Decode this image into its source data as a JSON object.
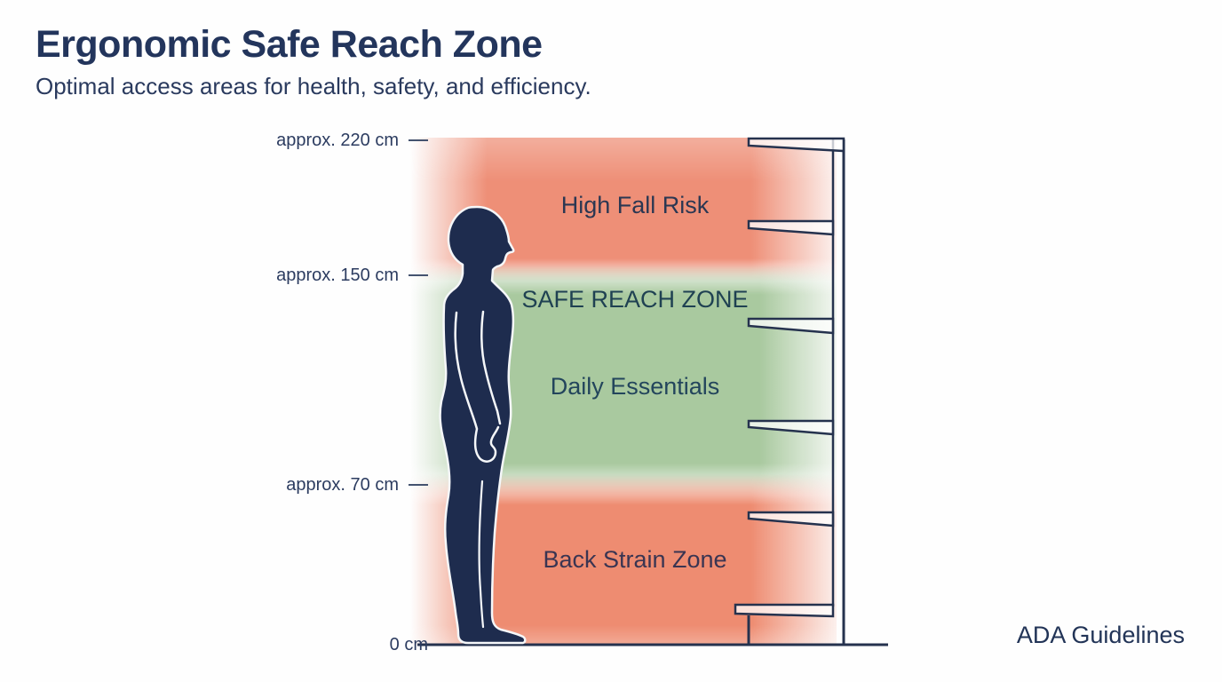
{
  "header": {
    "title": "Ergonomic Safe Reach Zone",
    "subtitle": "Optimal access areas for health, safety, and efficiency."
  },
  "measurements": [
    {
      "label": "approx. 220 cm",
      "value_cm": 220
    },
    {
      "label": "approx. 150 cm",
      "value_cm": 150
    },
    {
      "label": "approx. 70 cm",
      "value_cm": 70
    },
    {
      "label": "0 cm",
      "value_cm": 0
    }
  ],
  "zones": [
    {
      "name": "high-fall-risk",
      "label": "High Fall Risk",
      "color": "#ee8f77",
      "range_cm": [
        150,
        220
      ]
    },
    {
      "name": "safe-reach",
      "label": "SAFE REACH ZONE",
      "sublabel": "Daily Essentials",
      "color": "#a9c99f",
      "range_cm": [
        70,
        150
      ]
    },
    {
      "name": "back-strain",
      "label": "Back Strain Zone",
      "color": "#ee8c71",
      "range_cm": [
        0,
        70
      ]
    }
  ],
  "footer": {
    "note": "ADA Guidelines"
  },
  "colors": {
    "navy_silhouette": "#1e2c4e",
    "text_navy": "#25355a",
    "red_zone": "#ee8f77",
    "green_zone": "#a9c99f",
    "outline": "#25324e"
  }
}
